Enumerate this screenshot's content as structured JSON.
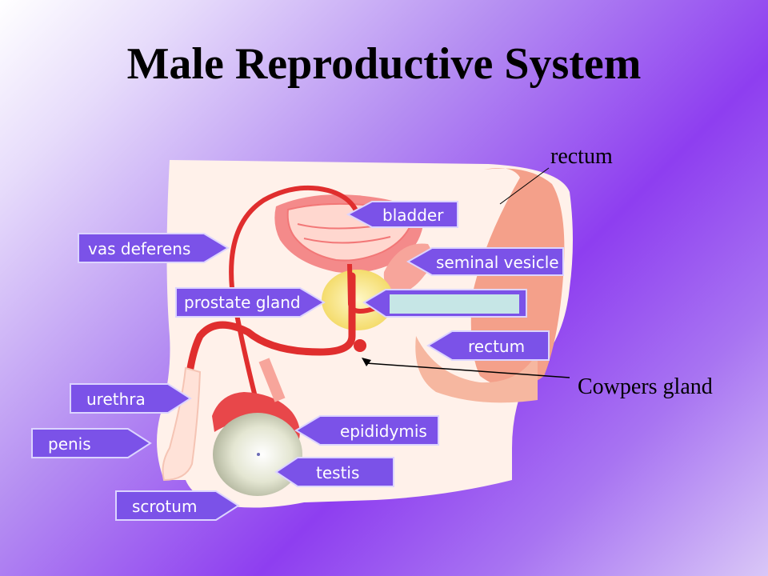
{
  "slide": {
    "title": "Male Reproductive System"
  },
  "labels": {
    "rectum_top": "rectum",
    "cowpers_gland": "Cowpers gland",
    "bladder": "bladder",
    "vas_deferens": "vas deferens",
    "seminal_vesicle": "seminal vesicle",
    "prostate_gland": "prostate gland",
    "rectum_tag": "rectum",
    "urethra": "urethra",
    "penis": "penis",
    "epididymis": "epididymis",
    "testis": "testis",
    "scrotum": "scrotum",
    "blank_label": ""
  },
  "colors": {
    "tag_fill": "#7b52e8",
    "tag_border": "#dcd4ff",
    "body_outline": "#ffe9df",
    "organ_red": "#e63a3a",
    "bladder_pink": "#f48a8a",
    "prostate_yellow": "#f7e27a",
    "testis_gray": "#d8dcc4",
    "blank_box": "#c6e6e6"
  }
}
